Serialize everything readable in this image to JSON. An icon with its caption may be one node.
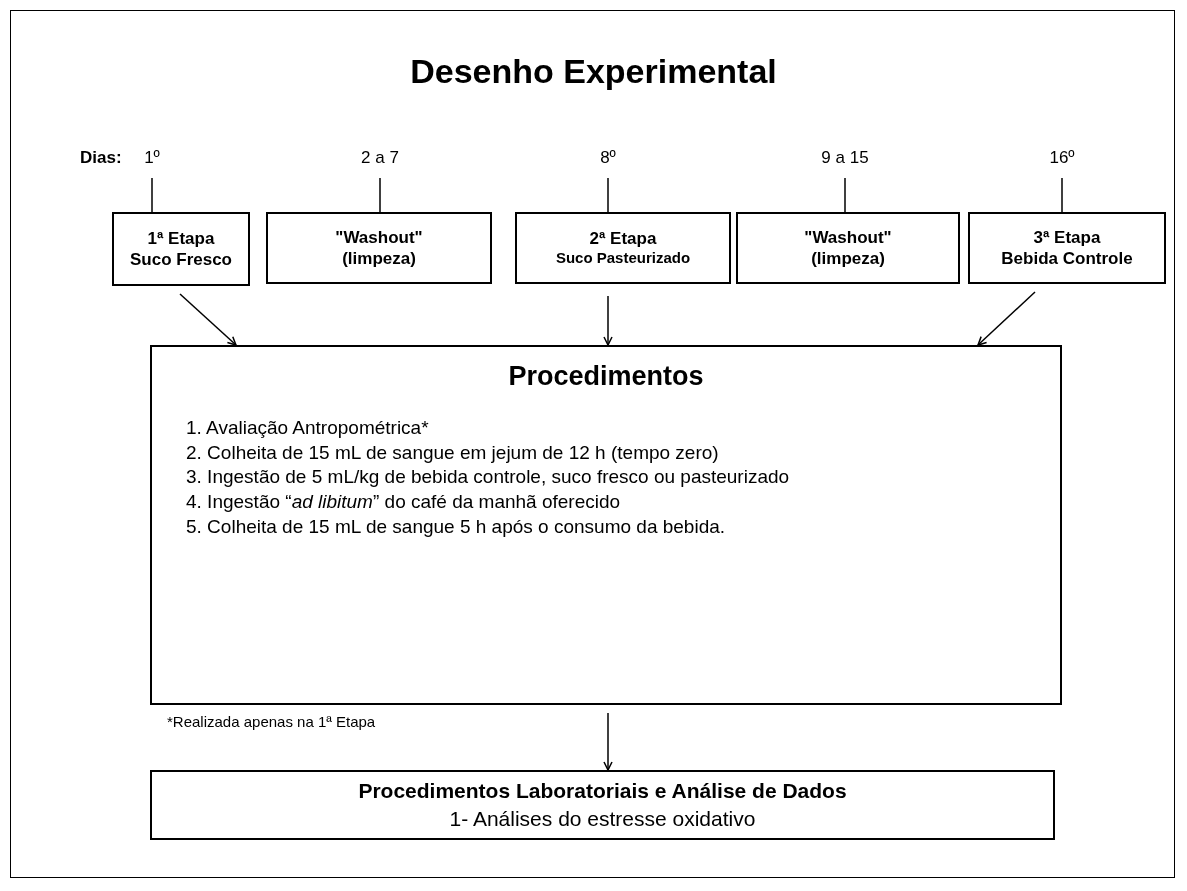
{
  "diagram": {
    "title": "Desenho Experimental",
    "nodes": [
      {
        "text": [
          "1º"
        ]
      },
      {
        "text": [
          "2 a 7"
        ]
      },
      {
        "text": [
          "8º"
        ]
      },
      {
        "text": [
          "9 a 15"
        ]
      },
      {
        "text": [
          "16º"
        ]
      },
      {
        "text": [
          "1ª Etapa",
          "Suco Fresco"
        ]
      },
      {
        "text": [
          "\"Washout\"",
          "(limpeza)"
        ]
      },
      {
        "text": [
          "2ª Etapa",
          "Suco Pasteurizado"
        ]
      },
      {
        "text": [
          "\"Washout\"",
          "(limpeza)"
        ]
      },
      {
        "text": [
          "3ª Etapa",
          "Bebida Controle"
        ]
      },
      {
        "text": [
          "Procedimentos",
          "1. Avaliação Antropométrica*",
          "2. Colheita de 15 mL de sangue em jejum de 12 h (tempo zero)",
          "3. Ingestão de 5 mL/kg de bebida controle, suco fresco ou pasteurizado",
          "4. Ingestão “*ad libitum*” do café da manhã oferecido",
          "5. Colheita de 15 mL de sangue 5 h após o consumo da bebida."
        ],
        "beside": [
          "*Realizada apenas na 1ª Etapa"
        ]
      },
      {
        "text": [
          "Procedimentos Laboratoriais e Análise de Dados",
          "1- Análises do estresse oxidativo"
        ]
      }
    ],
    "edges": [
      {
        "from": 0,
        "to": 5,
        "arrow": "none"
      },
      {
        "from": 1,
        "to": 6,
        "arrow": "none"
      },
      {
        "from": 2,
        "to": 7,
        "arrow": "none"
      },
      {
        "from": 3,
        "to": 8,
        "arrow": "none"
      },
      {
        "from": 4,
        "to": 9,
        "arrow": "none"
      },
      {
        "from": 5,
        "to": 10,
        "arrow": "to"
      },
      {
        "from": 7,
        "to": 10,
        "arrow": "to"
      },
      {
        "from": 9,
        "to": 10,
        "arrow": "to"
      },
      {
        "from": 10,
        "to": 11,
        "arrow": "to"
      }
    ],
    "labels": [
      "Dias:"
    ]
  }
}
